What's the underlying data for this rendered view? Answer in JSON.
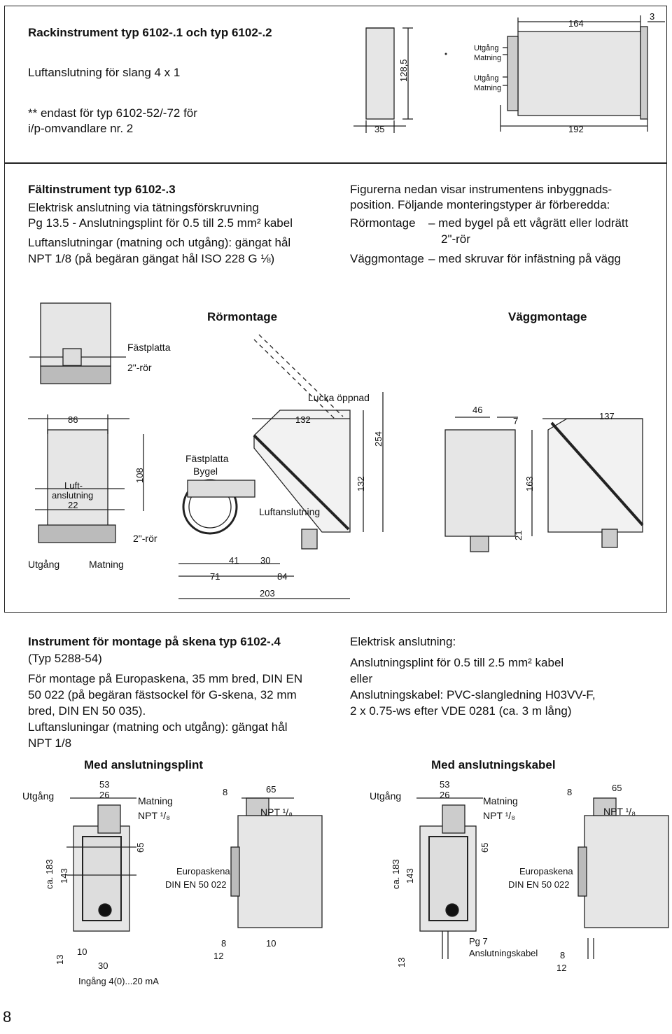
{
  "section1": {
    "title": "Rackinstrument typ 6102-.1 och typ 6102-.2",
    "line1": "Luftanslutning för slang 4 x 1",
    "note_line1": "** endast för typ 6102-52/-72 för",
    "note_line2": "i/p-omvandlare nr. 2",
    "dims": {
      "d35": "35",
      "d128": "128,5",
      "d164": "164",
      "d3": "3",
      "d192": "192"
    },
    "ports": {
      "p1a": "Utgång",
      "p1b": "Matning",
      "p2a": "Utgång",
      "p2b": "Matning"
    }
  },
  "section2": {
    "title": "Fältinstrument typ 6102-.3",
    "l1": "Elektrisk anslutning via tätningsförskruvning",
    "l2": "Pg 13.5 - Anslutningsplint för 0.5 till 2.5 mm² kabel",
    "l3": "Luftanslutningar (matning och utgång): gängat hål",
    "l4": "NPT 1/8 (på begäran gängat hål ISO 228 G ⅛)",
    "r1": "Figurerna nedan visar instrumentens inbyggnads-",
    "r2": "position. Följande monteringstyper är förberedda:",
    "r3a": "Rörmontage",
    "r3b": "– med bygel på ett vågrätt eller lodrätt",
    "r4": "2\"-rör",
    "r5a": "Väggmontage",
    "r5b": "– med skruvar för infästning på vägg",
    "fig": {
      "rormontage": "Rörmontage",
      "vaggmontage": "Väggmontage",
      "fastplatta1": "Fästplatta",
      "ror1": "2\"-rör",
      "lucka": "Lucka öppnad",
      "d86": "86",
      "d132a": "132",
      "d254": "254",
      "d46": "46",
      "d7": "7",
      "d137": "137",
      "d108": "108",
      "luft1": "Luft-",
      "luft2": "anslutning",
      "d22": "22",
      "fastplatta2": "Fästplatta",
      "bygel": "Bygel",
      "luftanslutning": "Luftanslutning",
      "d132b": "132",
      "d163": "163",
      "d21": "21",
      "ror2": "2\"-rör",
      "utgang": "Utgång",
      "matning": "Matning",
      "d41": "41",
      "d30": "30",
      "d71": "71",
      "d84": "84",
      "d203": "203"
    }
  },
  "section3": {
    "title": "Instrument för montage på skena typ 6102-.4",
    "l1": "(Typ 5288-54)",
    "l2": "För montage på Europaskena, 35 mm bred, DIN EN",
    "l3": "50 022 (på begäran fästsockel för G-skena, 32 mm",
    "l4": "bred, DIN EN 50 035).",
    "l5": "Luftansluningar (matning och utgång): gängat hål",
    "l6": "NPT 1/8",
    "r1": "Elektrisk anslutning:",
    "r2": "Anslutningsplint för 0.5 till 2.5 mm² kabel",
    "r3": "eller",
    "r4": "Anslutningskabel: PVC-slangledning H03VV-F,",
    "r5": "2 x 0.75-ws efter VDE 0281 (ca. 3 m lång)",
    "left_title": "Med anslutningsplint",
    "right_title": "Med anslutningskabel",
    "fig": {
      "utgang": "Utgång",
      "d53": "53",
      "d26": "26",
      "matning": "Matning",
      "npt": "NPT ¹/₈",
      "d8": "8",
      "d65": "65",
      "d65v": "65",
      "ca183": "ca. 183",
      "d143": "143",
      "europaskena": "Europaskena",
      "din": "DIN EN 50 022",
      "d13": "13",
      "d10": "10",
      "d30": "30",
      "ingang": "Ingång 4(0)...20 mA",
      "d12": "12",
      "pg7": "Pg 7",
      "anslutningskabel": "Anslutningskabel"
    }
  },
  "page_number": "8"
}
